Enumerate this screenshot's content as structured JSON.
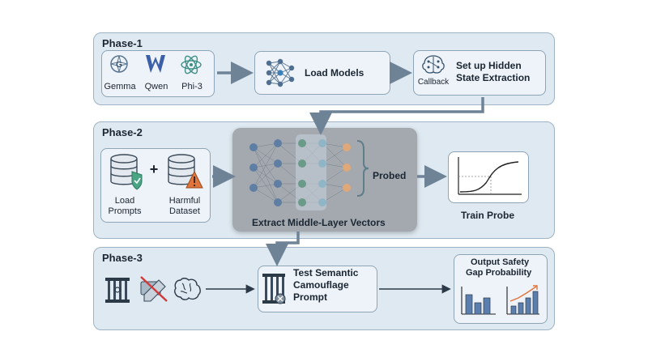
{
  "phase1": {
    "title": "Phase-1",
    "models": [
      {
        "name": "Gemma"
      },
      {
        "name": "Qwen"
      },
      {
        "name": "Phi-3"
      }
    ],
    "load_models": "Load Models",
    "callback_caption": "Callback",
    "setup_line1": "Set up Hidden",
    "setup_line2": "State Extraction"
  },
  "phase2": {
    "title": "Phase-2",
    "load_prompts_line1": "Load",
    "load_prompts_line2": "Prompts",
    "plus": "+",
    "harmful_line1": "Harmful",
    "harmful_line2": "Dataset",
    "probed": "Probed",
    "extract_caption": "Extract Middle-Layer Vectors",
    "train_probe": "Train Probe"
  },
  "phase3": {
    "title": "Phase-3",
    "test_line1": "Test Semantic",
    "test_line2": "Camouflage",
    "test_line3": "Prompt",
    "output_line1": "Output Safety",
    "output_line2": "Gap Probability"
  },
  "colors": {
    "phase_bg": "#dfe9f1",
    "box_bg": "#edf3f8",
    "arrow": "#6f8397",
    "nn_bg": "#9aa1a8",
    "nn_blue": "#5f7ea3",
    "nn_green": "#6a9a88",
    "nn_orange": "#e0a878",
    "check_green": "#3f9a7a",
    "warning_orange": "#e0743a"
  }
}
